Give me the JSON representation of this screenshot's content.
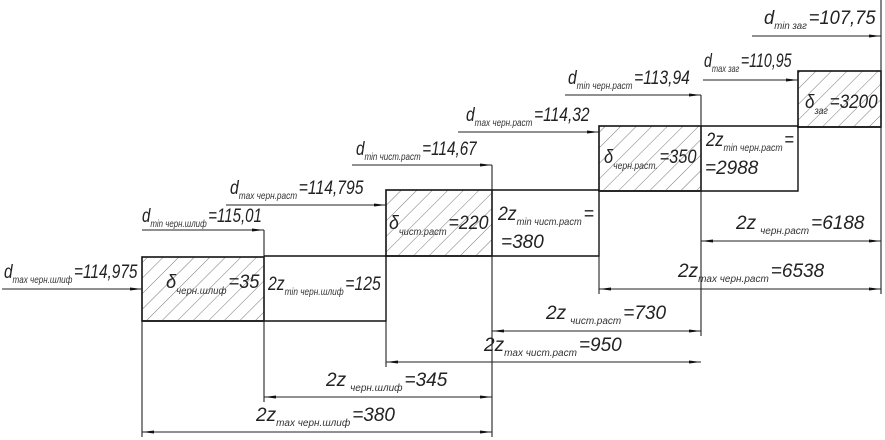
{
  "title": "Схема расположения припусков и допусков",
  "labels": {
    "d_max_chern_shlif": {
      "sym": "d",
      "sub": "max черн.шлиф",
      "val": "=114,975"
    },
    "d_min_chern_shlif": {
      "sym": "d",
      "sub": "min черн.шлиф",
      "val": "=115,01"
    },
    "d_max_chern_rast_1": {
      "sym": "d",
      "sub": "max черн.раст",
      "val": "=114,795"
    },
    "d_min_chist_rast": {
      "sym": "d",
      "sub": "min чист.раст",
      "val": "=114,67"
    },
    "d_max_chern_rast_2": {
      "sym": "d",
      "sub": "max черн.раст",
      "val": "=114,32"
    },
    "d_min_chern_rast": {
      "sym": "d",
      "sub": "min черн.раст",
      "val": "=113,94"
    },
    "d_max_zag": {
      "sym": "d",
      "sub": "max заг",
      "val": "=110,95"
    },
    "d_min_zag": {
      "sym": "d",
      "sub": "min заг",
      "val": "=107,75"
    },
    "delta_chern_shlif": {
      "sym": "δ",
      "sub": "черн.шлиф",
      "val": "=35"
    },
    "delta_chist_rast": {
      "sym": "δ",
      "sub": "чист.раст",
      "val": "=220"
    },
    "delta_chern_rast": {
      "sym": "δ",
      "sub": "черн.раст.",
      "val": "=350"
    },
    "delta_zag": {
      "sym": "δ",
      "sub": "заг",
      "val": "=3200"
    },
    "z_min_chern_shlif": {
      "sym": "2z",
      "sub": "min черн.шлиф",
      "val": "=125"
    },
    "z_min_chist_rast": {
      "sym": "2z",
      "sub": "min чист.раст",
      "val": "=",
      "val2": "=380"
    },
    "z_min_chern_rast": {
      "sym": "2z",
      "sub": "min черн.раст",
      "val": "=",
      "val2": "=2988"
    },
    "z_chern_rast": {
      "sym": "2z",
      "sub": "черн.раст",
      "val": "=6188"
    },
    "z_max_chern_rast": {
      "sym": "2z",
      "sub": "max черн.раст",
      "val": "=6538"
    },
    "z_chist_rast": {
      "sym": "2z",
      "sub": "чист.раст",
      "val": "=730"
    },
    "z_max_chist_rast": {
      "sym": "2z",
      "sub": "max чист.раст",
      "val": "=950"
    },
    "z_chern_shlif": {
      "sym": "2z",
      "sub": "черн.шлиф",
      "val": "=345"
    },
    "z_max_chern_shlif": {
      "sym": "2z",
      "sub": "max черн.шлиф",
      "val": "=380"
    }
  }
}
